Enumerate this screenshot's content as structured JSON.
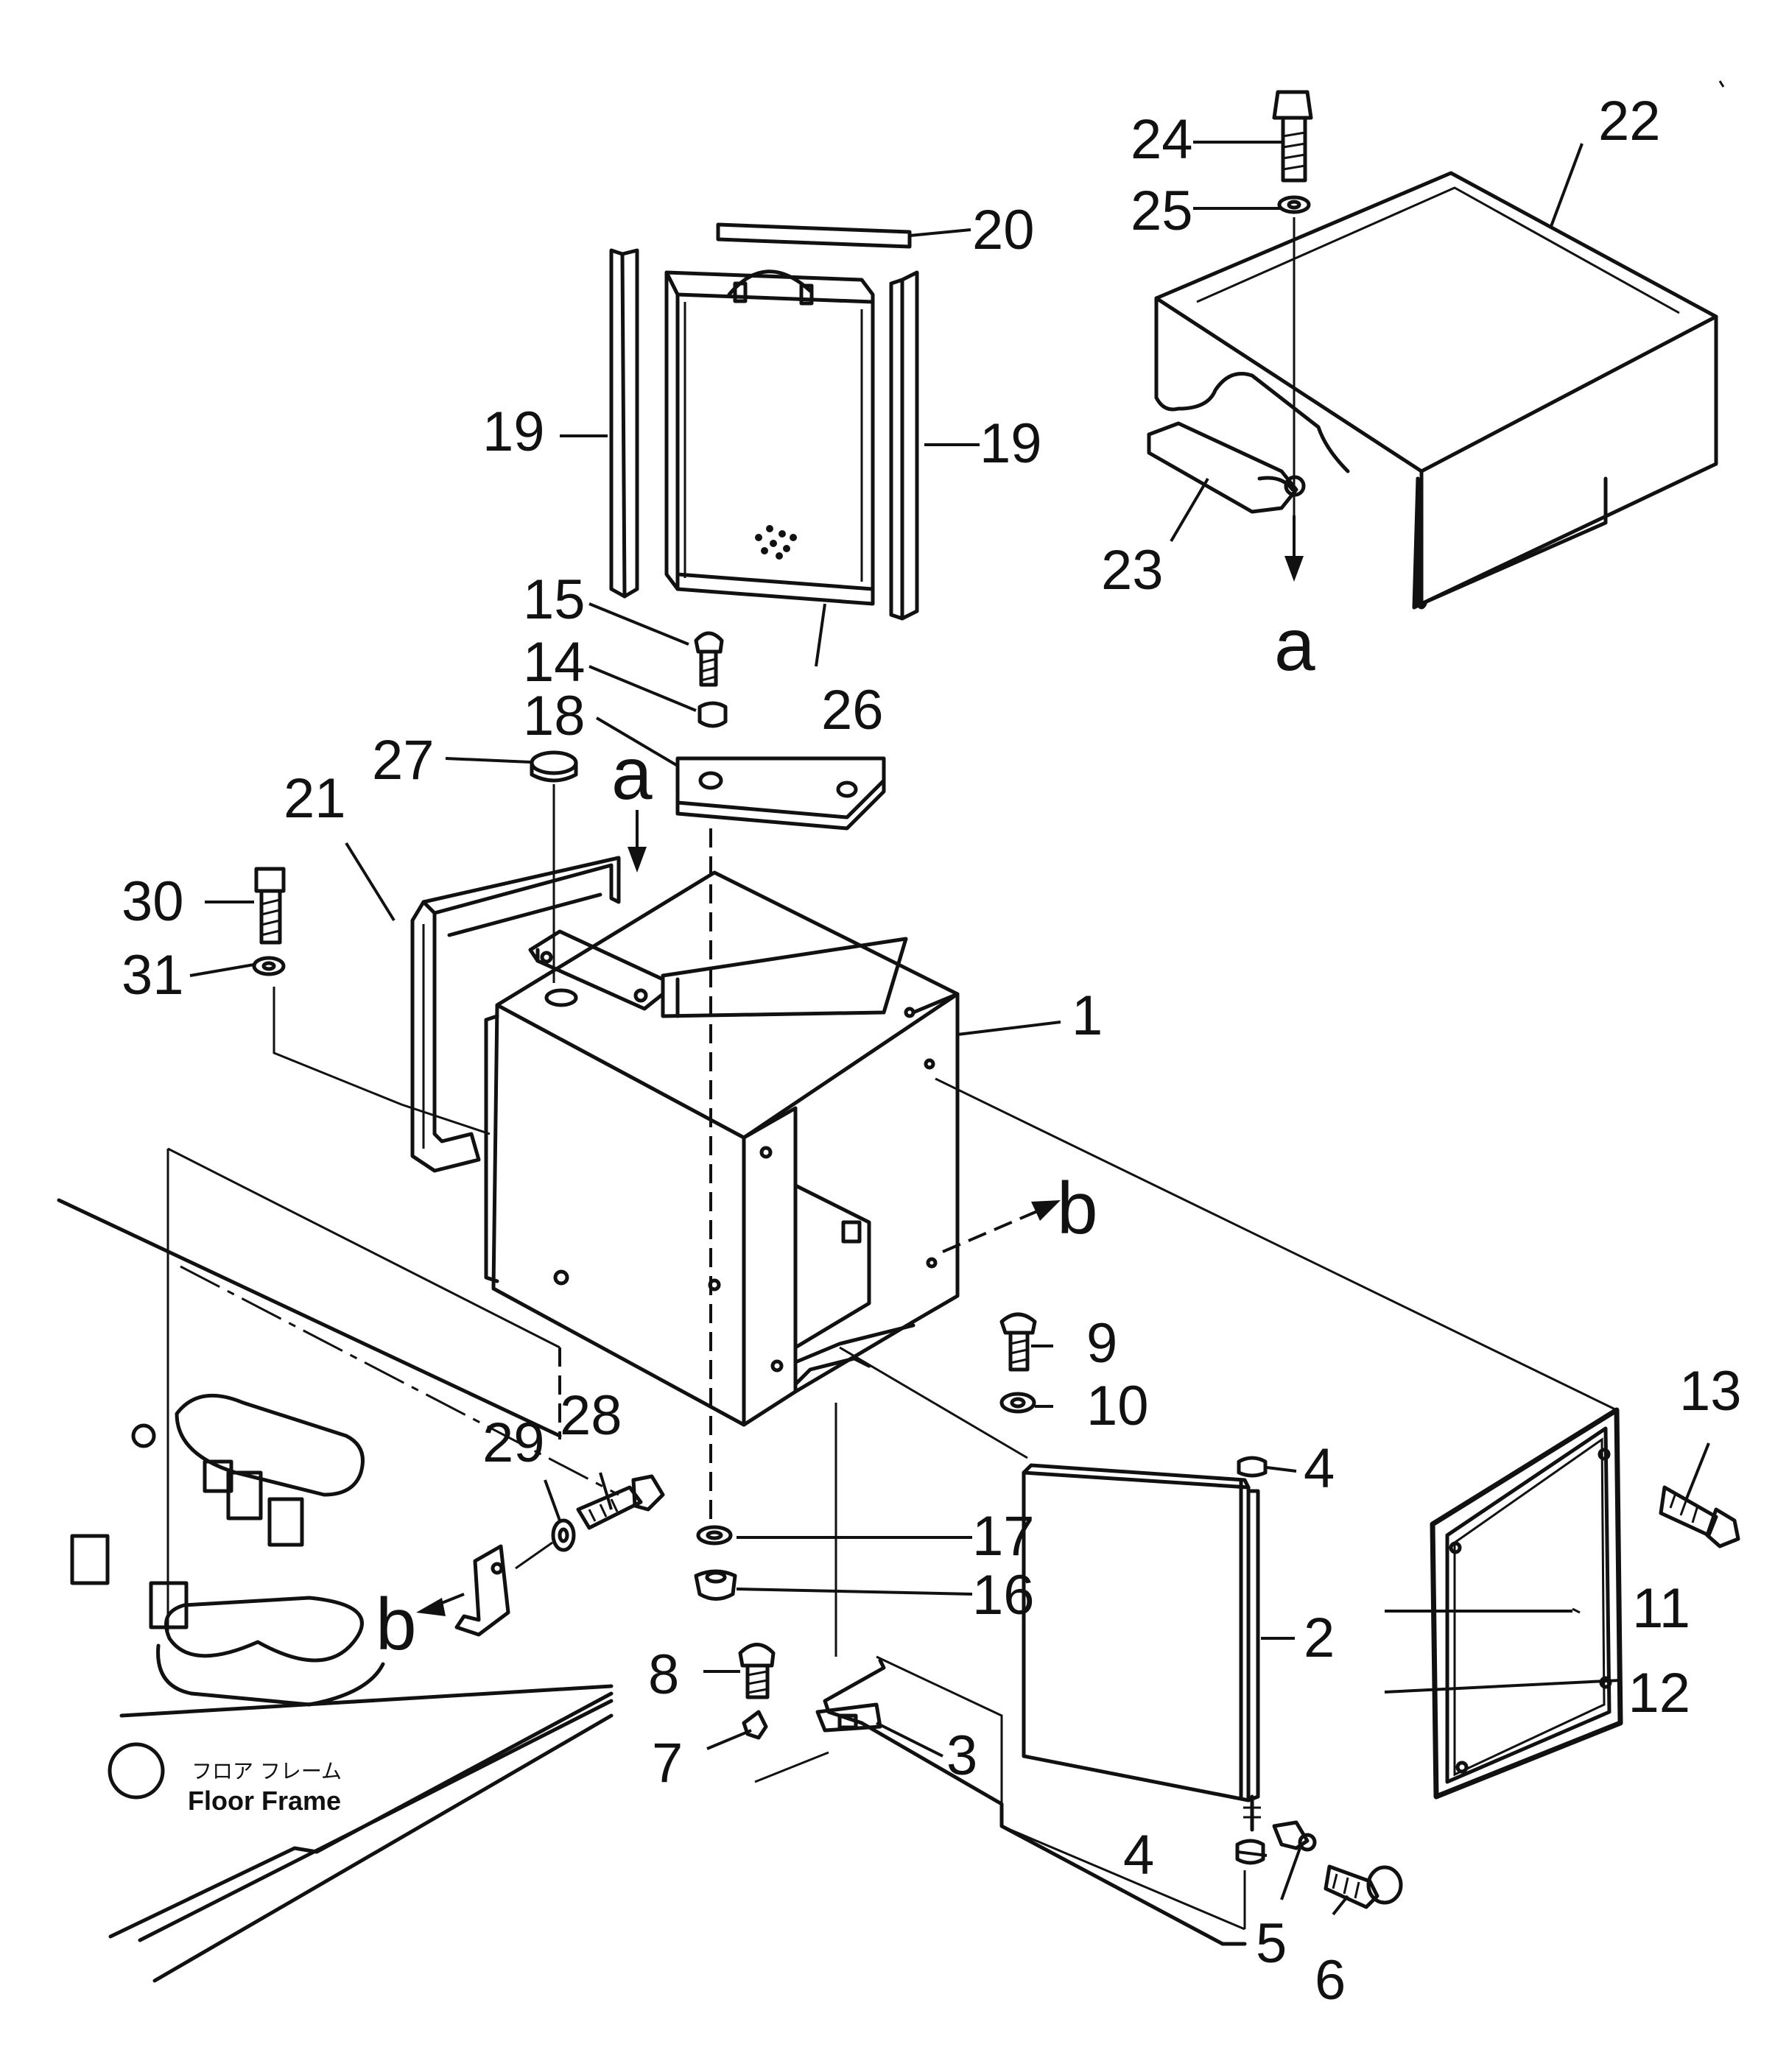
{
  "callouts": {
    "c1": "1",
    "c2": "2",
    "c3": "3",
    "c4a": "4",
    "c4b": "4",
    "c5": "5",
    "c6": "6",
    "c7": "7",
    "c8": "8",
    "c9": "9",
    "c10": "10",
    "c11": "11",
    "c12": "12",
    "c13": "13",
    "c14": "14",
    "c15": "15",
    "c16": "16",
    "c17": "17",
    "c18": "18",
    "c19a": "19",
    "c19b": "19",
    "c20": "20",
    "c21": "21",
    "c22": "22",
    "c23": "23",
    "c24": "24",
    "c25": "25",
    "c26": "26",
    "c27": "27",
    "c28": "28",
    "c29": "29",
    "c30": "30",
    "c31": "31"
  },
  "view_markers": {
    "a_top": "a",
    "a_center": "a",
    "b_right": "b",
    "b_left": "b"
  },
  "legend": {
    "japanese": "フロア フレーム",
    "english": "Floor Frame"
  }
}
